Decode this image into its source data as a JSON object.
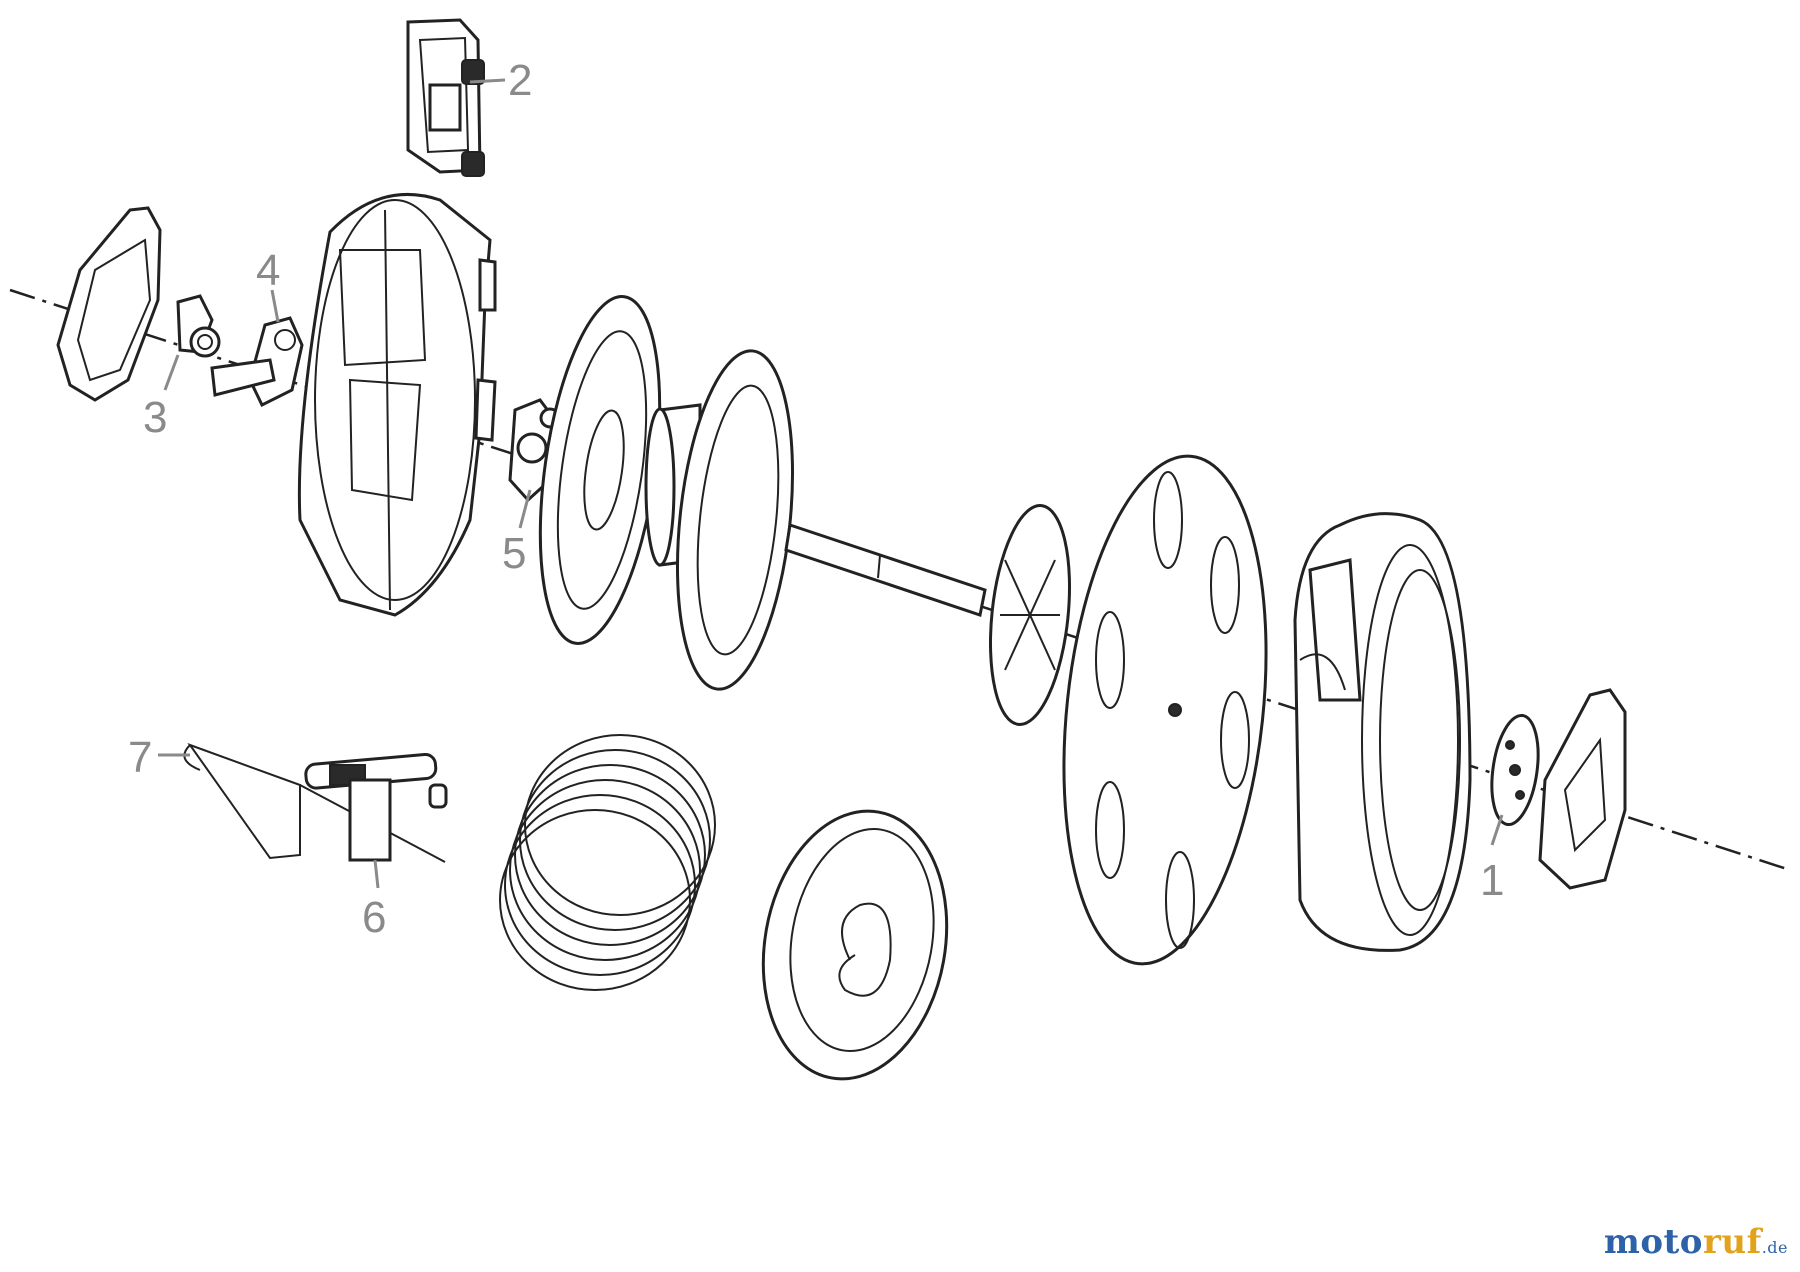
{
  "diagram": {
    "callouts": [
      {
        "id": "1",
        "label": "1"
      },
      {
        "id": "2",
        "label": "2"
      },
      {
        "id": "3",
        "label": "3"
      },
      {
        "id": "4",
        "label": "4"
      },
      {
        "id": "5",
        "label": "5"
      },
      {
        "id": "6",
        "label": "6"
      },
      {
        "id": "7",
        "label": "7"
      }
    ]
  },
  "watermark": {
    "part1": "moto",
    "part2": "ruf",
    "part3": ".de"
  },
  "colors": {
    "callout": "#8a8a8a",
    "line": "#222222",
    "brand_blue": "#2d62a8",
    "brand_orange": "#e2a21a"
  }
}
